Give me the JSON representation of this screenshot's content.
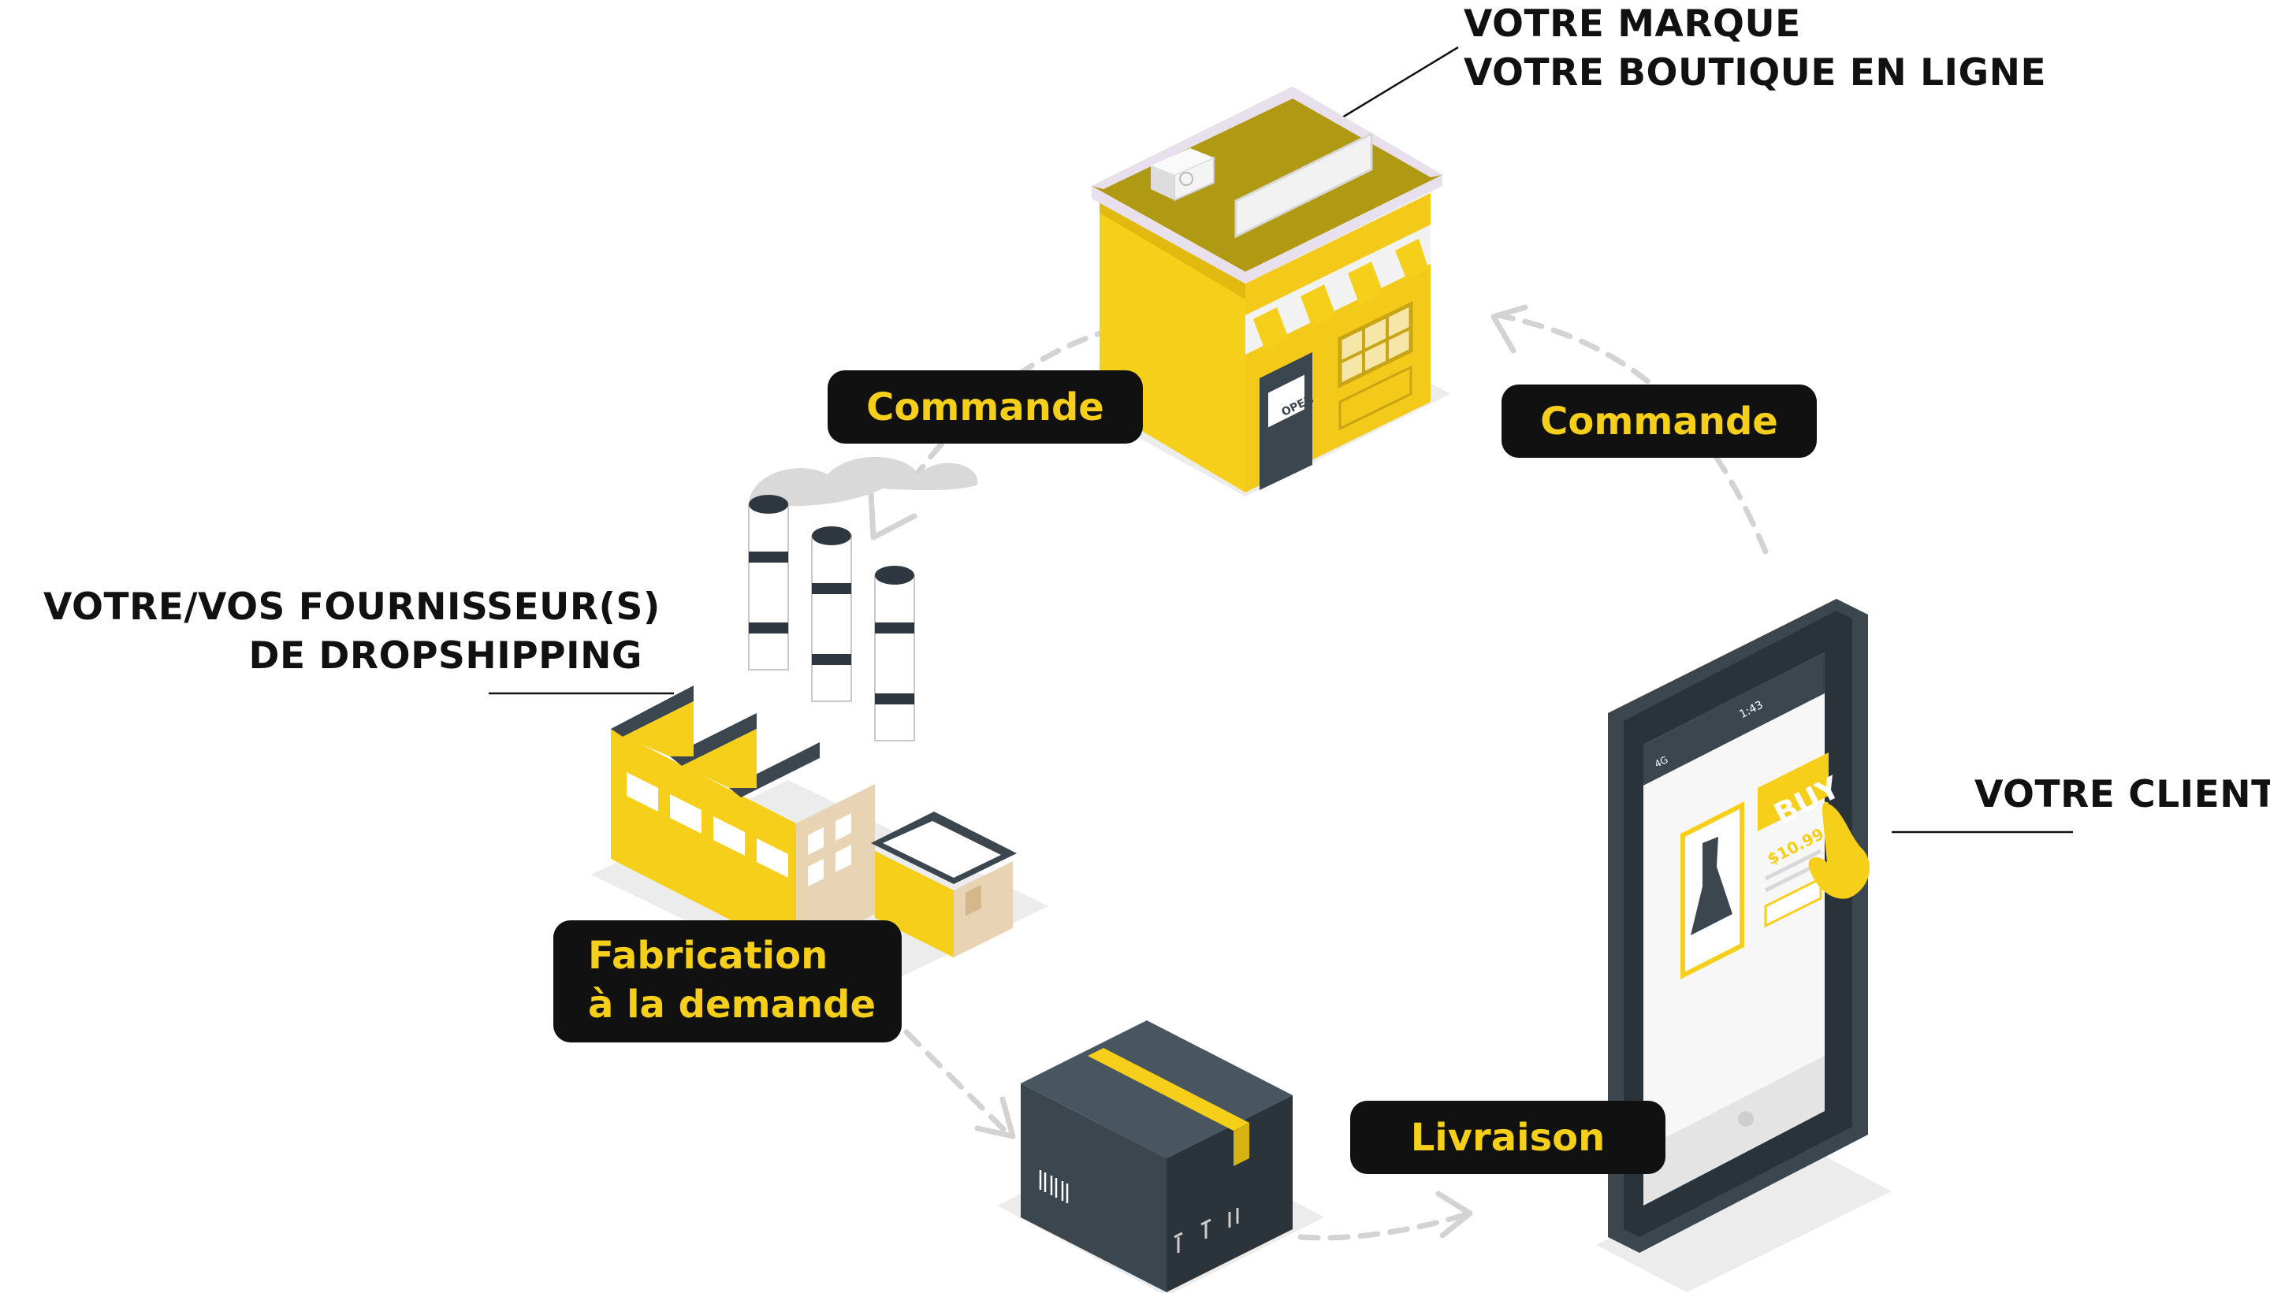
{
  "labels": {
    "brand": {
      "line1": "VOTRE MARQUE",
      "line2": "VOTRE BOUTIQUE EN LIGNE"
    },
    "supplier": {
      "line1": "VOTRE/VOS FOURNISSEUR(S)",
      "line2": "DE DROPSHIPPING"
    },
    "client": "VOTRE CLIENT"
  },
  "steps": {
    "order_left": "Commande",
    "order_right": "Commande",
    "manufacturing": {
      "line1": "Fabrication",
      "line2": "à la demande"
    },
    "delivery": "Livraison"
  },
  "illustrations": {
    "shop": {
      "sign": "OPEN"
    },
    "phone": {
      "time": "1:43",
      "signal": "4G",
      "button": "BUY",
      "price": "$10.99"
    }
  },
  "colors": {
    "accent_yellow": "#f6cf1a",
    "dark": "#111111",
    "slate": "#3b464e",
    "arrow_gray": "#d3d3d3"
  }
}
